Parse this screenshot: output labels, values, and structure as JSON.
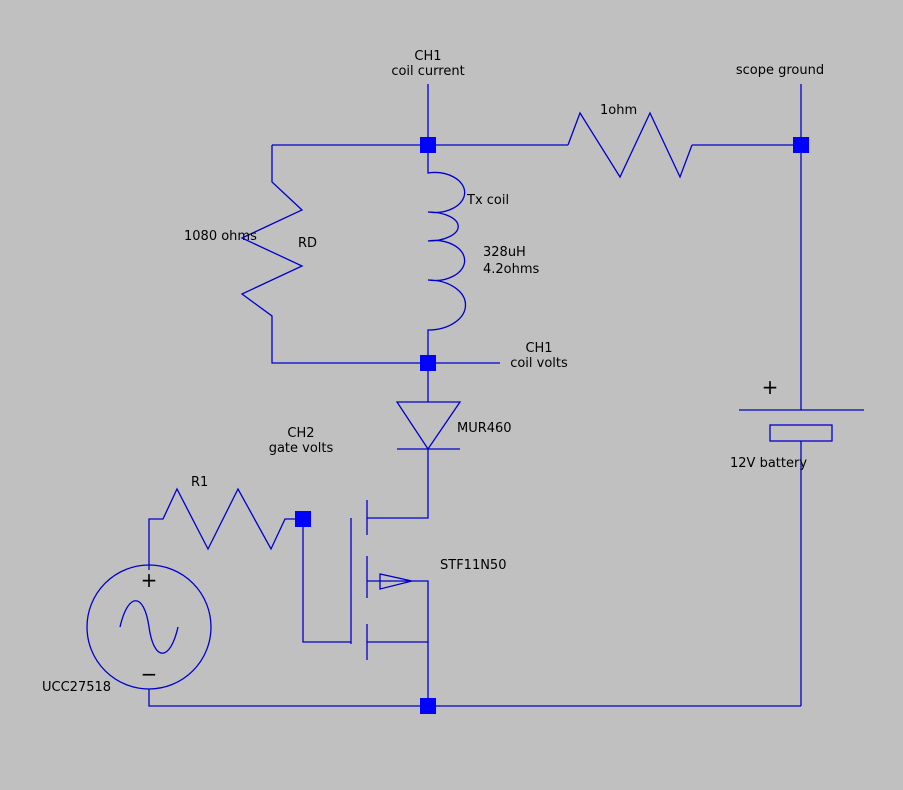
{
  "colors": {
    "background": "#c0c0c0",
    "wire": "#0000cc",
    "node": "#0000ff",
    "text": "#000000"
  },
  "probes": {
    "ch1_current": {
      "name": "CH1",
      "desc": "coil current"
    },
    "ch1_volts": {
      "name": "CH1",
      "desc": "coil volts"
    },
    "ch2_gate": {
      "name": "CH2",
      "desc": "gate volts"
    },
    "scope_ground": "scope ground"
  },
  "components": {
    "sense_resistor": {
      "value": "1ohm"
    },
    "rd": {
      "name": "RD",
      "value": "1080 ohms"
    },
    "coil": {
      "name": "Tx coil",
      "inductance": "328uH",
      "resistance": "4.2ohms"
    },
    "diode": {
      "part": "MUR460"
    },
    "gate_resistor": {
      "name": "R1"
    },
    "mosfet": {
      "part": "STF11N50"
    },
    "driver": {
      "part": "UCC27518",
      "plus": "+",
      "minus": "−"
    },
    "battery": {
      "label": "12V battery",
      "plus": "+"
    }
  }
}
